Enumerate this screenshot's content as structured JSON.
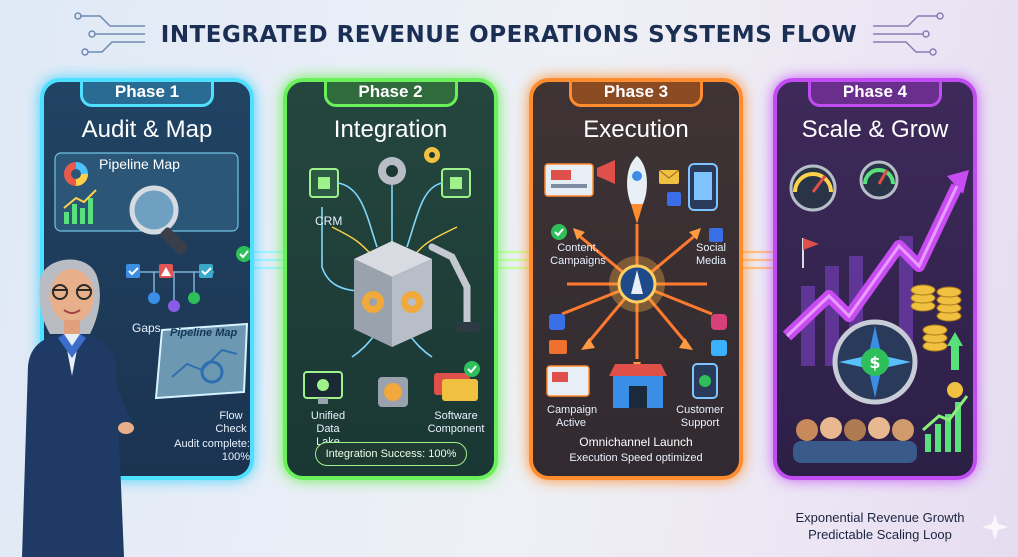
{
  "title": "INTEGRATED REVENUE OPERATIONS SYSTEMS FLOW",
  "phases": [
    {
      "tab": "Phase 1",
      "title": "Audit & Map",
      "labels": {
        "pipeline_map": "Pipeline Map",
        "gaps": "Gaps",
        "tablet": "Pipeline Map",
        "flow_check": "Flow Check",
        "audit": "Audit complete: 100%"
      }
    },
    {
      "tab": "Phase 2",
      "title": "Integration",
      "labels": {
        "crm": "CRM",
        "unified": "Unified Data Lake",
        "software": "Software Component",
        "status": "Integration Success: 100%"
      }
    },
    {
      "tab": "Phase 3",
      "title": "Execution",
      "labels": {
        "content": "Content, Campaigns",
        "social": "Social Media",
        "campaign": "Campaign Active",
        "support": "Customer Support",
        "launch": "Omnichannel Launch",
        "speed": "Execution Speed optimized"
      }
    },
    {
      "tab": "Phase 4",
      "title": "Scale & Grow",
      "labels": {}
    }
  ],
  "footer": {
    "line1": "Exponential Revenue Growth",
    "line2": "Predictable Scaling Loop"
  },
  "colors": {
    "phase1": "#4fe0ff",
    "phase2": "#6af05a",
    "phase3": "#ff8c2e",
    "phase4": "#c14cf2",
    "title": "#1b2f55"
  },
  "icons": [
    "circuit-icon",
    "magnifier-icon",
    "pie-chart-icon",
    "bar-chart-icon",
    "check-icon",
    "warning-icon",
    "gear-icon",
    "chip-icon",
    "robot-arm-icon",
    "server-cube-icon",
    "monitor-icon",
    "rocket-icon",
    "megaphone-icon",
    "phone-icon",
    "store-icon",
    "facebook-icon",
    "instagram-icon",
    "twitter-icon",
    "mail-icon",
    "speedometer-icon",
    "compass-icon",
    "coin-stack-icon",
    "growth-arrow-icon",
    "team-icon",
    "flag-icon",
    "presenter-woman-icon"
  ]
}
